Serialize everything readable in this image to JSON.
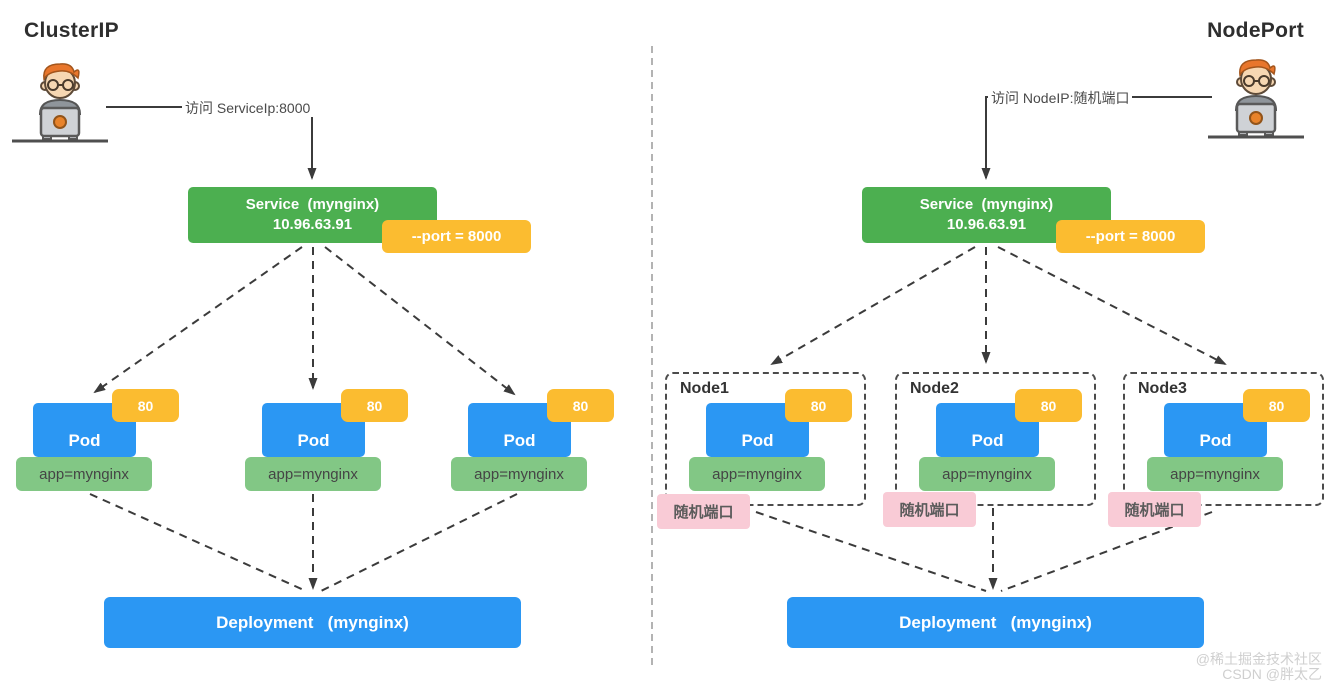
{
  "left": {
    "title": "ClusterIP",
    "access_label": "访问 ServiceIp:8000",
    "service": {
      "name": "Service  (mynginx)",
      "ip": "10.96.63.91"
    },
    "port_badge": "--port = 8000",
    "pods": [
      {
        "name": "Pod",
        "port": "80",
        "selector": "app=mynginx"
      },
      {
        "name": "Pod",
        "port": "80",
        "selector": "app=mynginx"
      },
      {
        "name": "Pod",
        "port": "80",
        "selector": "app=mynginx"
      }
    ],
    "deployment": "Deployment   (mynginx)"
  },
  "right": {
    "title": "NodePort",
    "access_label": "访问 NodeIP:随机端口",
    "service": {
      "name": "Service  (mynginx)",
      "ip": "10.96.63.91"
    },
    "port_badge": "--port = 8000",
    "nodes": [
      {
        "name": "Node1",
        "random_port_label": "随机端口",
        "pod": {
          "name": "Pod",
          "port": "80",
          "selector": "app=mynginx"
        }
      },
      {
        "name": "Node2",
        "random_port_label": "随机端口",
        "pod": {
          "name": "Pod",
          "port": "80",
          "selector": "app=mynginx"
        }
      },
      {
        "name": "Node3",
        "random_port_label": "随机端口",
        "pod": {
          "name": "Pod",
          "port": "80",
          "selector": "app=mynginx"
        }
      }
    ],
    "deployment": "Deployment   (mynginx)"
  },
  "watermark": {
    "line1": "@稀土掘金技术社区",
    "line2": "CSDN @胖太乙"
  },
  "colors": {
    "service_green": "#4caf50",
    "port_orange": "#fbbc30",
    "pod_blue": "#2b97f3",
    "selector_green": "#82c785",
    "random_port_pink": "#f9cbd6",
    "line_dark": "#3b3b3b"
  }
}
